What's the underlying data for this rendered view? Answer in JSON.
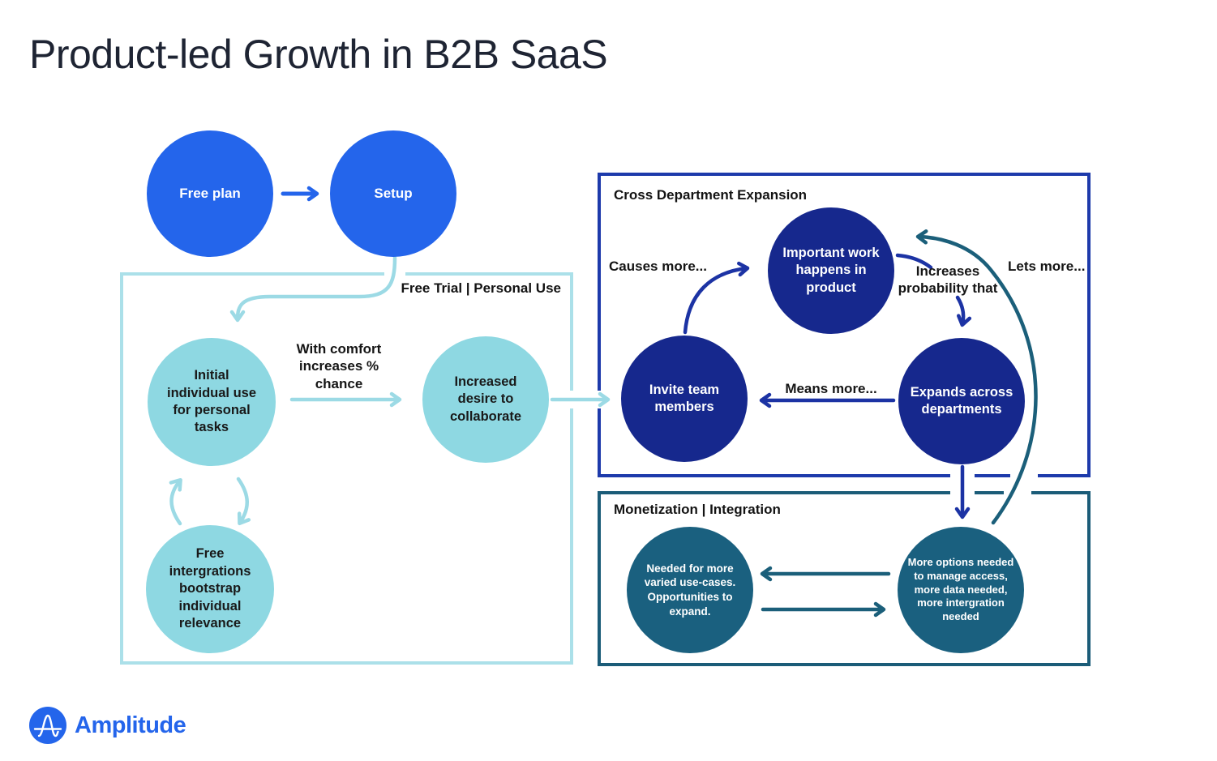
{
  "title": "Product-led Growth in B2B SaaS",
  "logo": {
    "brand": "Amplitude"
  },
  "sections": {
    "free_trial": {
      "label": "Free Trial | Personal Use"
    },
    "cross_department": {
      "label": "Cross Department Expansion"
    },
    "monetization": {
      "label": "Monetization | Integration"
    }
  },
  "nodes": {
    "free_plan": {
      "label": "Free plan"
    },
    "setup": {
      "label": "Setup"
    },
    "initial_use": {
      "label": "Initial individual use for personal tasks"
    },
    "increased_desire": {
      "label": "Increased desire to collaborate"
    },
    "free_integrations": {
      "label": "Free intergrations bootstrap individual relevance"
    },
    "important_work": {
      "label": "Important work happens in product"
    },
    "invite_team": {
      "label": "Invite team members"
    },
    "expands_across": {
      "label": "Expands across departments"
    },
    "needed_more": {
      "label": "Needed for more varied use-cases. Opportunities to expand."
    },
    "more_options": {
      "label": "More options needed to manage access, more data needed, more intergration needed"
    }
  },
  "annotations": {
    "with_comfort": "With comfort increases % chance",
    "causes_more": "Causes more...",
    "increases_probability": "Increases probability that",
    "lets_more": "Lets more...",
    "means_more": "Means more..."
  },
  "colors": {
    "bright_blue": "#2465EB",
    "light_teal_fill": "#8ED8E2",
    "light_teal_line": "#9CDAE5",
    "light_teal_border": "#ABE0E9",
    "navy_fill": "#16288D",
    "navy_border": "#1D3AAB",
    "navy_line": "#1C33A4",
    "dark_teal_fill": "#1A607F",
    "dark_teal_line": "#1B5F7A",
    "dark_teal_border": "#1B5C78",
    "text_dark": "#191919",
    "title_color": "#1E2433",
    "white": "#FFFFFF"
  }
}
